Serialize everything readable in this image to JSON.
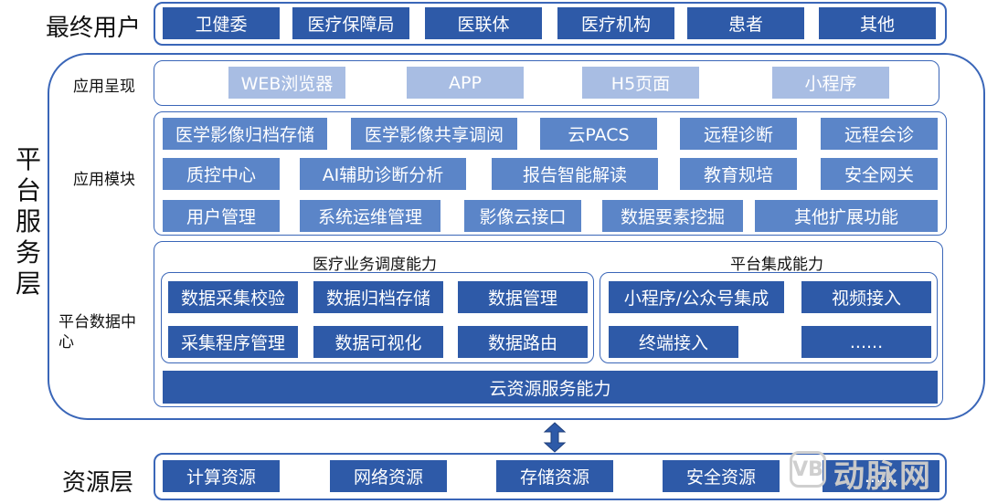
{
  "end_user": {
    "label": "最终用户",
    "items": [
      "卫健委",
      "医疗保障局",
      "医联体",
      "医疗机构",
      "患者",
      "其他"
    ]
  },
  "platform": {
    "label": "平台服务层",
    "app_presentation": {
      "label": "应用呈现",
      "items": [
        "WEB浏览器",
        "APP",
        "H5页面",
        "小程序"
      ]
    },
    "app_modules": {
      "label": "应用模块",
      "rows": [
        [
          "医学影像归档存储",
          "医学影像共享调阅",
          "云PACS",
          "远程诊断",
          "远程会诊"
        ],
        [
          "质控中心",
          "AI辅助诊断分析",
          "报告智能解读",
          "教育规培",
          "安全网关"
        ],
        [
          "用户管理",
          "系统运维管理",
          "影像云接口",
          "数据要素挖掘",
          "其他扩展功能"
        ]
      ]
    },
    "data_center": {
      "label": "平台数据中心",
      "medical": {
        "title": "医疗业务调度能力",
        "items": [
          "数据采集校验",
          "数据归档存储",
          "数据管理",
          "采集程序管理",
          "数据可视化",
          "数据路由"
        ]
      },
      "integration": {
        "title": "平台集成能力",
        "items": [
          "小程序/公众号集成",
          "视频接入",
          "终端接入",
          "......"
        ]
      },
      "cloud": "云资源服务能力"
    }
  },
  "resource": {
    "label": "资源层",
    "items": [
      "计算资源",
      "网络资源",
      "存储资源",
      "安全资源",
      "......"
    ]
  },
  "watermark": "动脉网",
  "colors": {
    "dark": "#2e5aa8",
    "mid": "#5b85c8",
    "light": "#a8bde3",
    "border": "#3a66b8"
  }
}
